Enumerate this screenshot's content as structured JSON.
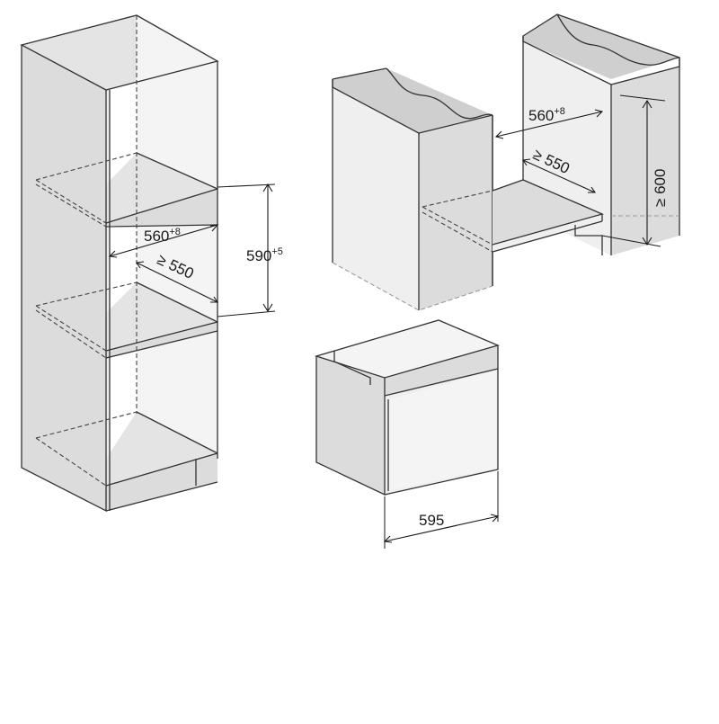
{
  "tall_cabinet": {
    "niche_width": {
      "value": "560",
      "tolerance": "+8"
    },
    "niche_height": {
      "value": "590",
      "tolerance": "+5"
    },
    "niche_depth": {
      "prefix": "≥",
      "value": "550"
    }
  },
  "base_cabinet": {
    "niche_width": {
      "value": "560",
      "tolerance": "+8"
    },
    "niche_depth": {
      "prefix": "≥",
      "value": "550"
    },
    "niche_height": {
      "prefix": "≥",
      "value": "600"
    }
  },
  "appliance": {
    "width": {
      "value": "595"
    }
  },
  "colors": {
    "line": "#333333",
    "panel_side": "#dcdcdc",
    "panel_front": "#efefef",
    "countertop": "#cfcfcf"
  }
}
